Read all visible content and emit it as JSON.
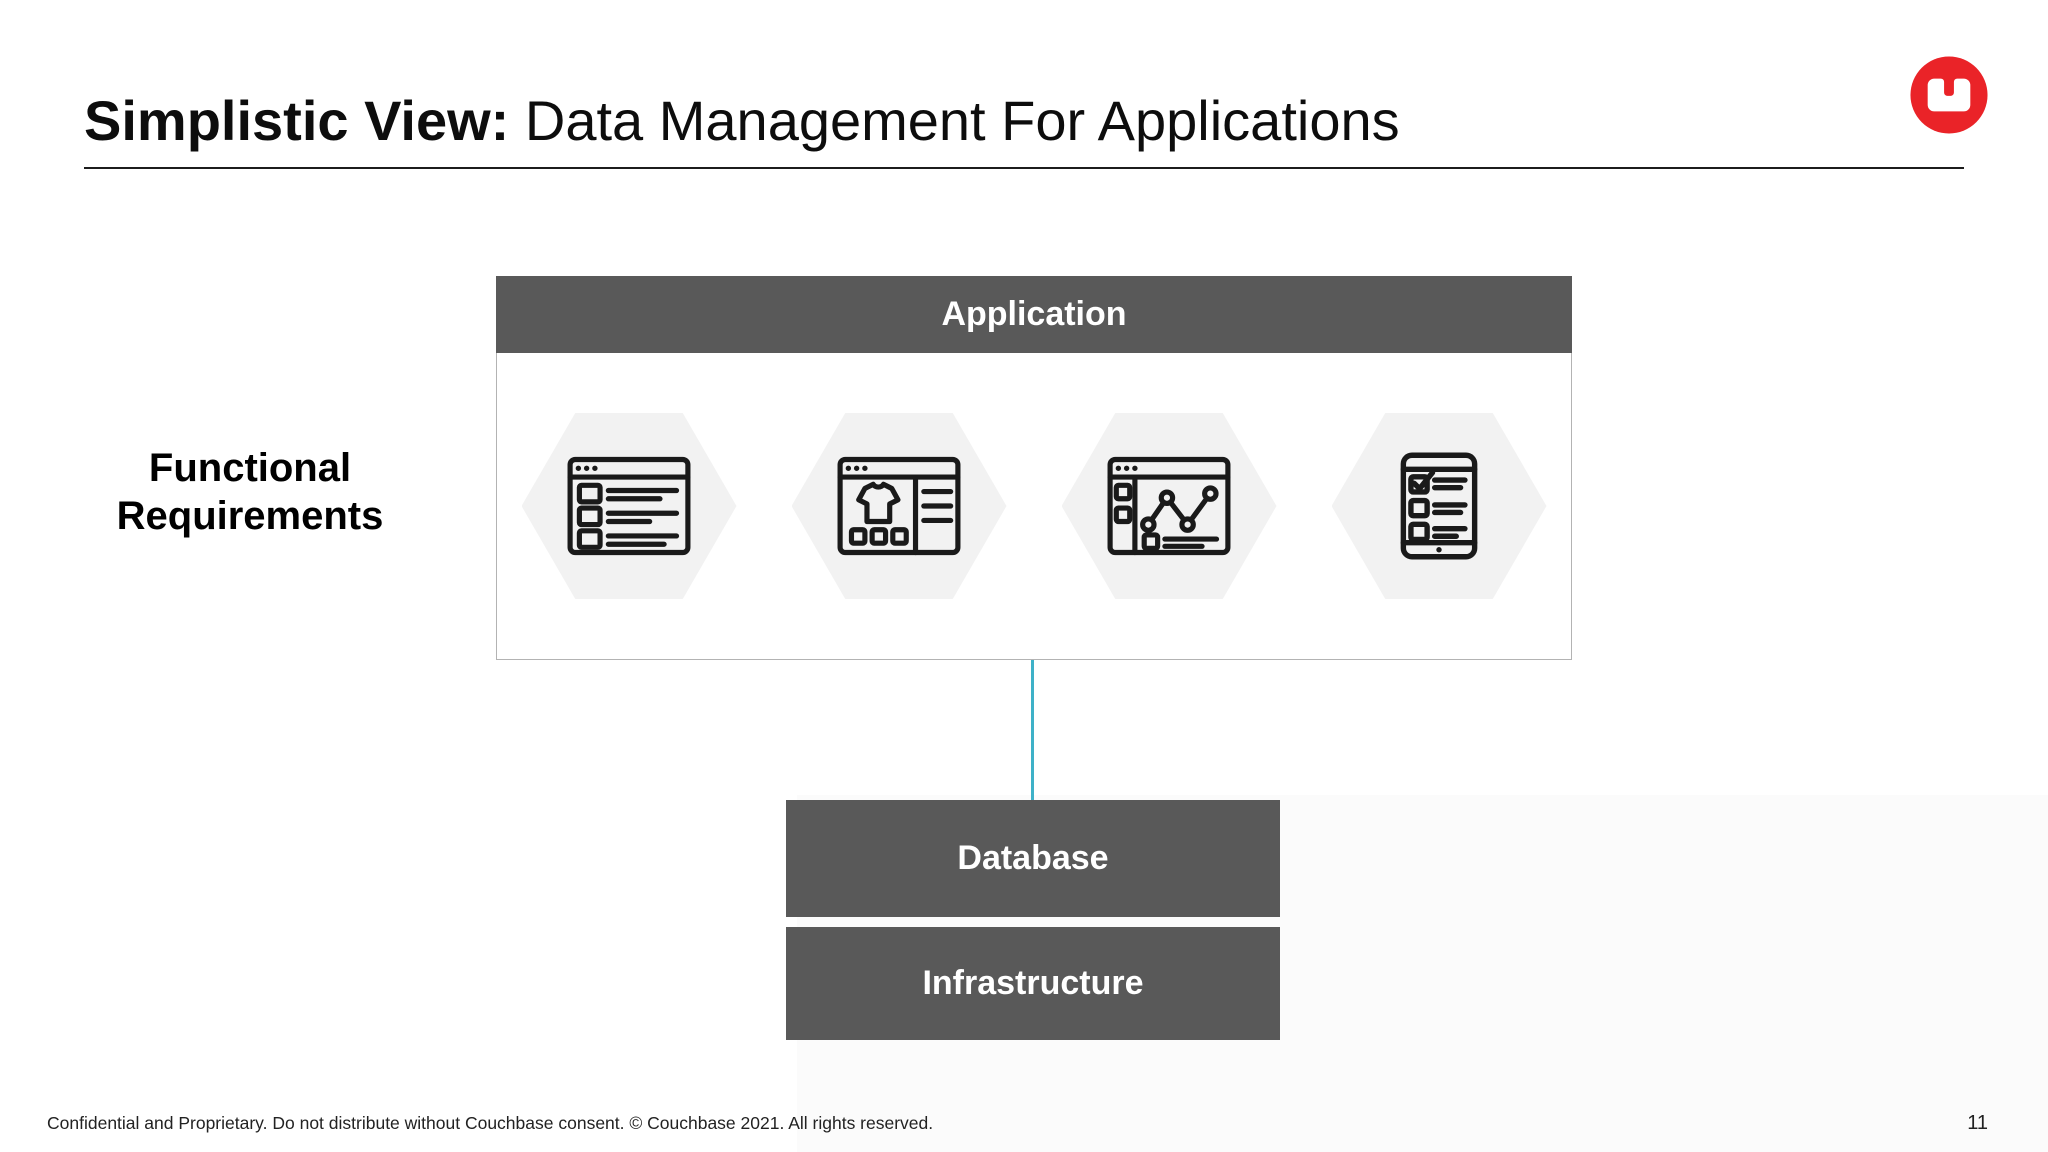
{
  "title": {
    "bold": "Simplistic View:",
    "rest": " Data Management For Applications"
  },
  "left_label": {
    "line1": "Functional",
    "line2": "Requirements"
  },
  "diagram": {
    "application_label": "Application",
    "database_label": "Database",
    "infrastructure_label": "Infrastructure",
    "application_icons": [
      "browser-list-icon",
      "ecommerce-storefront-icon",
      "analytics-dashboard-icon",
      "tablet-checklist-icon"
    ]
  },
  "footer": {
    "confidential": "Confidential and Proprietary. Do not distribute without Couchbase consent. © Couchbase 2021. All rights reserved.",
    "page_number": "11"
  },
  "colors": {
    "box-gray": "#595959",
    "hex-fill": "#f2f2f2",
    "connector": "#3eb1c8",
    "logo-red": "#ea2328",
    "icon-stroke": "#1a1a1a"
  }
}
